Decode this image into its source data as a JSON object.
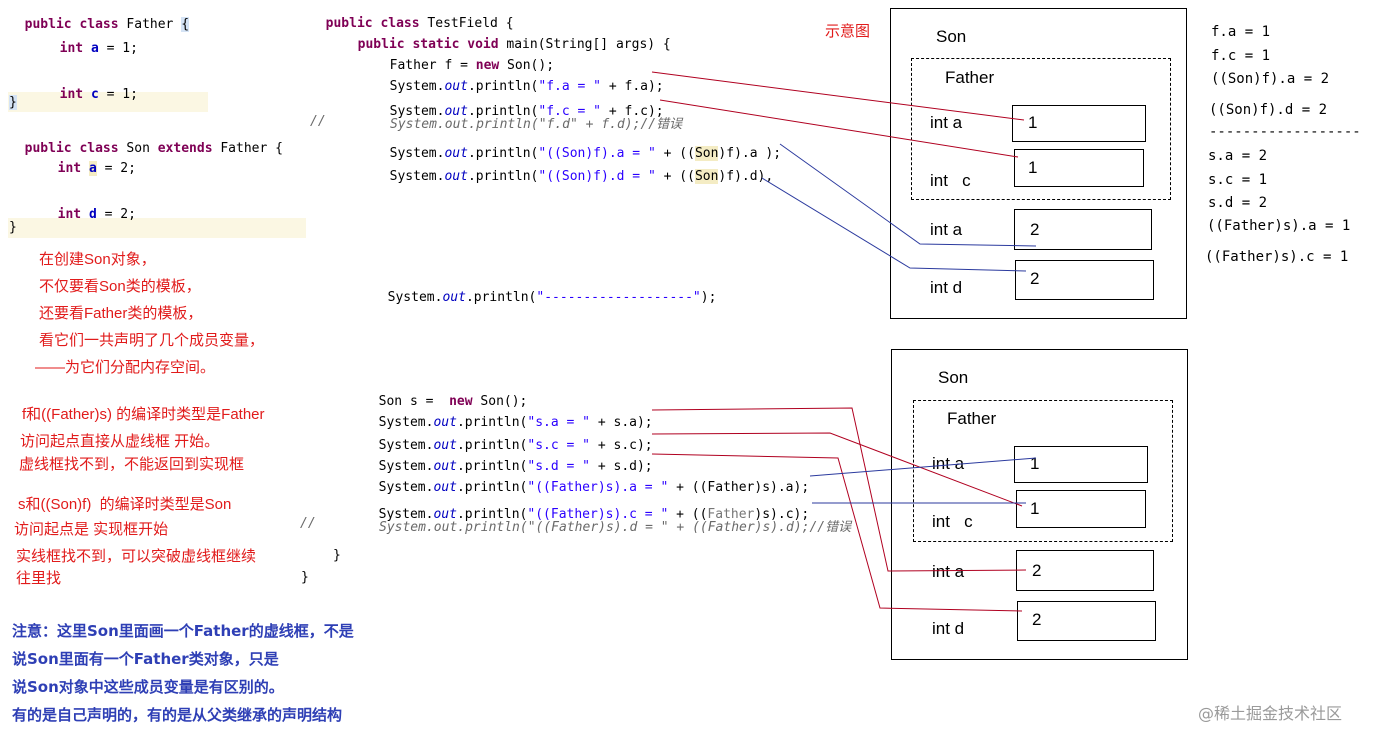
{
  "father_class": {
    "decl": {
      "kw1": "public",
      "kw2": "class",
      "name": "Father",
      "brace": "{"
    },
    "field_a": {
      "kw": "int",
      "name": "a",
      "rest": " = 1;"
    },
    "field_c": {
      "kw": "int",
      "name": "c",
      "rest": " = 1;"
    },
    "close": "}"
  },
  "son_class": {
    "decl": {
      "kw1": "public",
      "kw2": "class",
      "name": "Son",
      "kw3": "extends",
      "parent": "Father",
      "brace": "{"
    },
    "field_a": {
      "kw": "int",
      "name": "a",
      "rest": " = 2;"
    },
    "field_d": {
      "kw": "int",
      "name": "d",
      "rest": " = 2;"
    },
    "close": "}"
  },
  "test_class": {
    "decl": {
      "kw1": "public",
      "kw2": "class",
      "name": "TestField {"
    },
    "main": {
      "kw1": "public",
      "kw2": "static",
      "kw3": "void",
      "rest": " main(String[] args) {"
    },
    "line1": {
      "pre": "Father f = ",
      "kw": "new",
      "post": " Son();"
    },
    "line2": {
      "pre": "System.",
      "out": "out",
      "mid": ".println(",
      "str": "\"f.a = \"",
      "post": " + f.a);"
    },
    "line3": {
      "pre": "System.",
      "out": "out",
      "mid": ".println(",
      "str": "\"f.c = \"",
      "post": " + f.c);"
    },
    "comment_slash1": "//",
    "comment1": "System.out.println(\"f.d\" + f.d);//错误",
    "line4": {
      "pre": "System.",
      "out": "out",
      "mid": ".println(",
      "str": "\"((Son)f).a = \"",
      "post1": " + ((",
      "hl": "Son",
      "post2": ")f).a );"
    },
    "line5": {
      "pre": "System.",
      "out": "out",
      "mid": ".println(",
      "str": "\"((Son)f).d = \"",
      "post1": " + ((",
      "hl": "Son",
      "post2": ")f).d),"
    },
    "line6": {
      "pre": "System.",
      "out": "out",
      "mid": ".println(",
      "str": "\"-------------------\"",
      "post": ");"
    },
    "line7": {
      "pre": "Son s =  ",
      "kw": "new",
      "post": " Son();"
    },
    "line8": {
      "pre": "System.",
      "out": "out",
      "mid": ".println(",
      "str": "\"s.a = \"",
      "post": " + s.a);"
    },
    "line9": {
      "pre": "System.",
      "out": "out",
      "mid": ".println(",
      "str": "\"s.c = \"",
      "post": " + s.c);"
    },
    "line10": {
      "pre": "System.",
      "out": "out",
      "mid": ".println(",
      "str": "\"s.d = \"",
      "post": " + s.d);"
    },
    "line11": {
      "pre": "System.",
      "out": "out",
      "mid": ".println(",
      "str": "\"((Father)s).a = \"",
      "post": " + ((Father)s).a);"
    },
    "line12": {
      "pre": "System.",
      "out": "out",
      "mid": ".println(",
      "str": "\"((Father)s).c = \"",
      "post1": " + ((",
      "hl": "Father",
      "post2": ")s).c);"
    },
    "comment_slash2": "//",
    "comment2": "System.out.println(\"((Father)s).d = \" + ((Father)s).d);//错误",
    "close_main": "}",
    "close_class": "}"
  },
  "notes_red_1": [
    "在创建Son对象，",
    "不仅要看Son类的模板，",
    "还要看Father类的模板，",
    "看它们一共声明了几个成员变量，",
    "——为它们分配内存空间。"
  ],
  "notes_red_2": [
    "f和((Father)s) 的编译时类型是Father",
    "访问起点直接从虚线框 开始。",
    "虚线框找不到，不能返回到实现框"
  ],
  "notes_red_3": [
    "s和((Son)f)  的编译时类型是Son",
    "访问起点是 实现框开始",
    "实线框找不到，可以突破虚线框继续",
    "往里找"
  ],
  "notes_blue": [
    "注意：这里Son里面画一个Father的虚线框，不是",
    "说Son里面有一个Father类对象，只是",
    "说Son对象中这些成员变量是有区别的。",
    "有的是自己声明的，有的是从父类继承的声明结构"
  ],
  "diagram_caption": "示意图",
  "diagram_top": {
    "outer_label": "Son",
    "inner_label": "Father",
    "rows": [
      {
        "label": "int a",
        "value": "1"
      },
      {
        "label": "int   c",
        "value": "1"
      },
      {
        "label": "int a",
        "value": "2"
      },
      {
        "label": "int d",
        "value": "2"
      }
    ]
  },
  "diagram_bottom": {
    "outer_label": "Son",
    "inner_label": "Father",
    "rows": [
      {
        "label": "int a",
        "value": "1"
      },
      {
        "label": "int   c",
        "value": "1"
      },
      {
        "label": "int a",
        "value": "2"
      },
      {
        "label": "int d",
        "value": "2"
      }
    ]
  },
  "results": [
    "f.a = 1",
    "f.c = 1",
    "((Son)f).a = 2",
    "((Son)f).d = 2",
    "------------------",
    "s.a = 2",
    "s.c = 1",
    "s.d = 2",
    "((Father)s).a = 1",
    "((Father)s).c = 1"
  ],
  "watermark": "@稀土掘金技术社区",
  "colors": {
    "arrow_red": "#b00020",
    "arrow_blue": "#2b3a9e",
    "note_red": "#e11b1b",
    "note_blue": "#2e3fb5"
  }
}
